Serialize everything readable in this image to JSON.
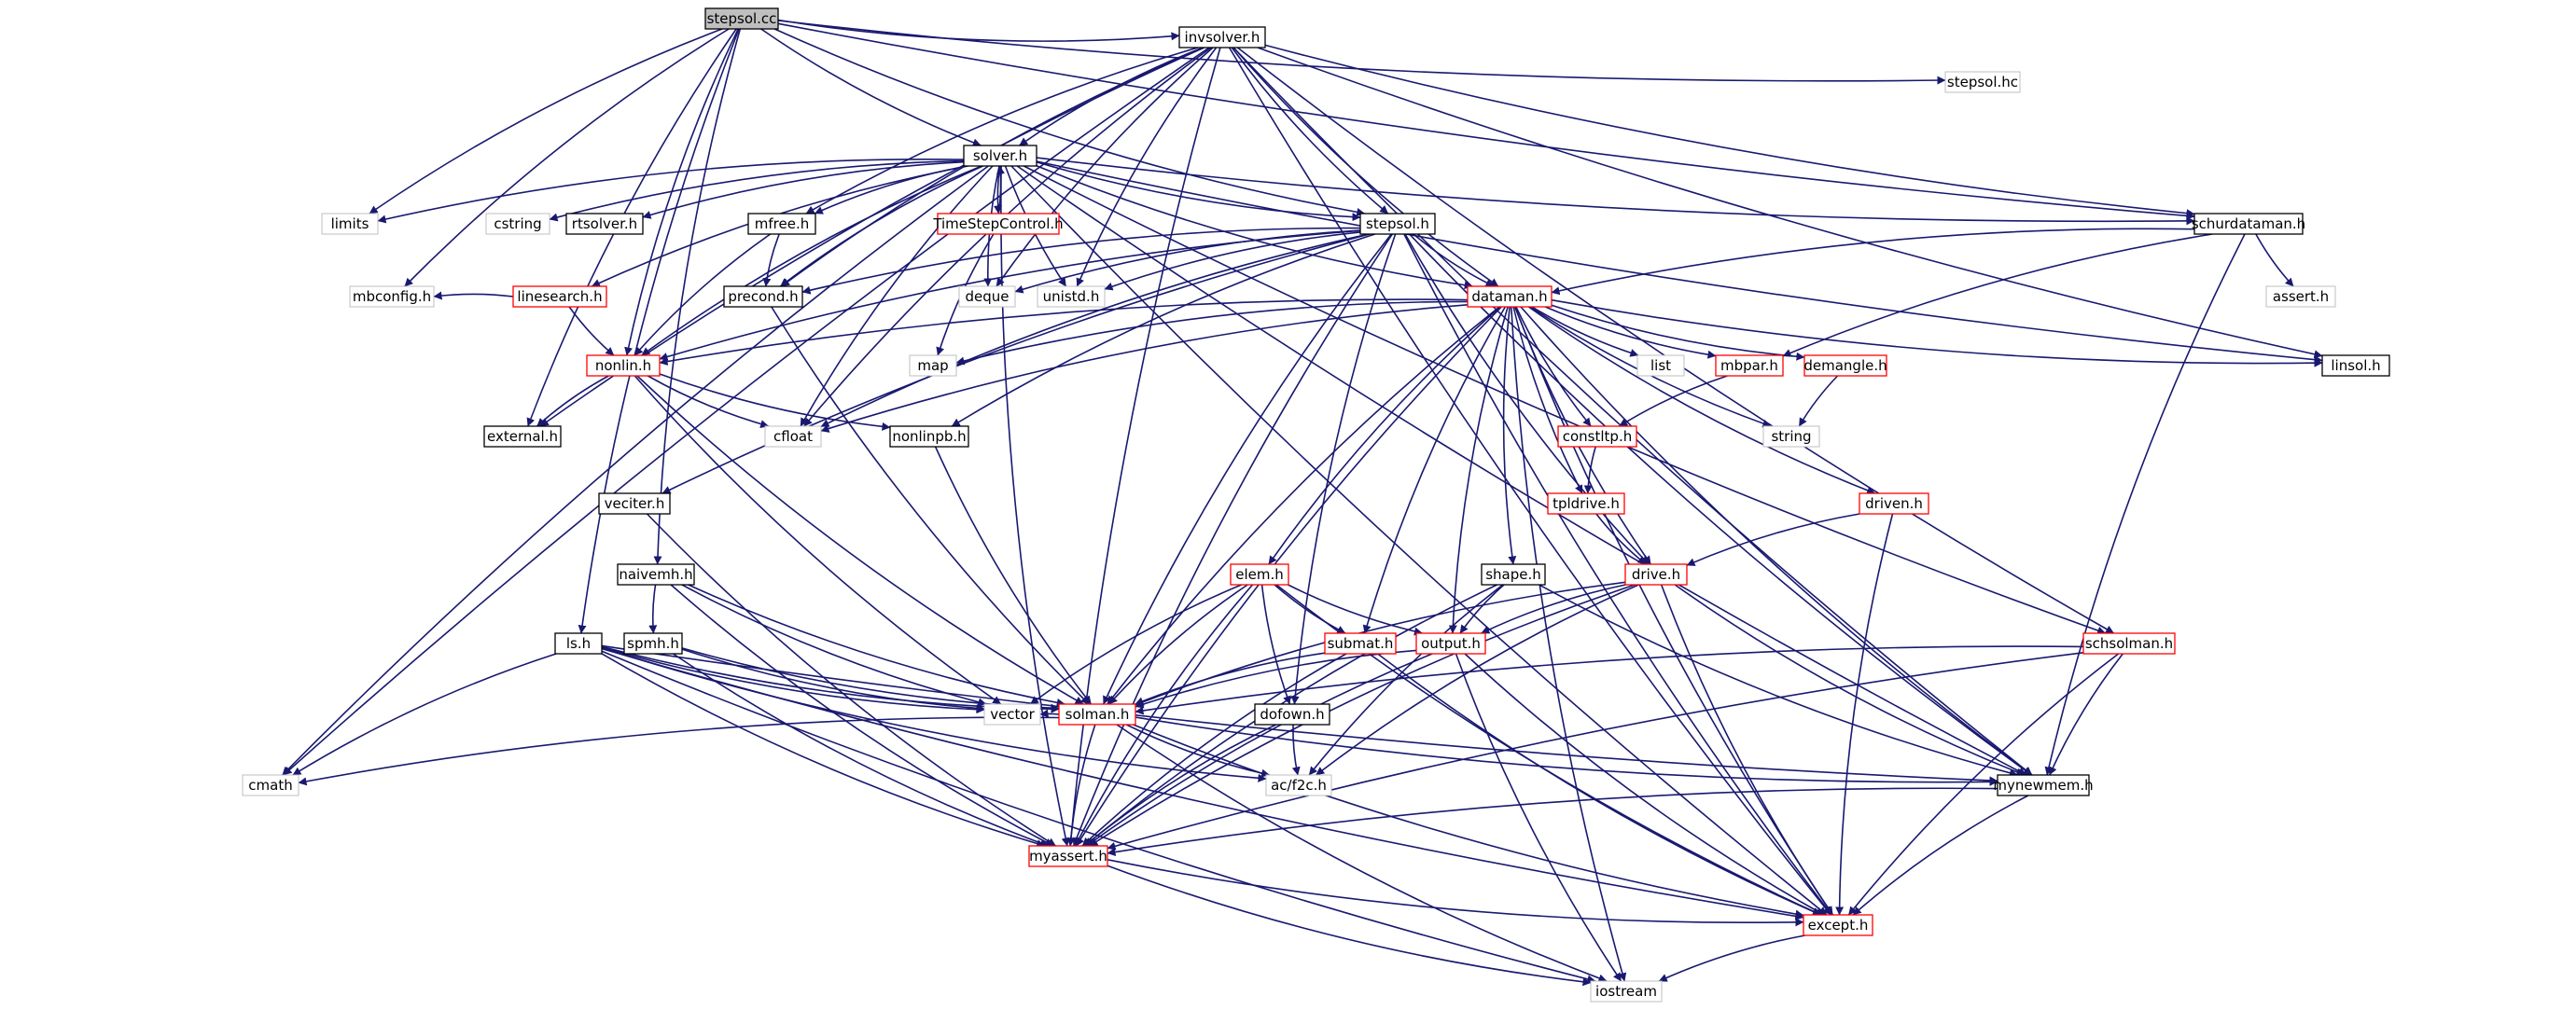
{
  "colors": {
    "edge": "#191970",
    "border_normal": "#000000",
    "border_truncated": "#ff0000",
    "border_system": "#bfbfbf",
    "fill_root": "#bfbfbf",
    "fill_node": "#ffffff",
    "text": "#000000"
  },
  "nodes": [
    {
      "id": "stepsol_cc",
      "label": "stepsol.cc",
      "style": "root"
    },
    {
      "id": "invsolver_h",
      "label": "invsolver.h",
      "style": "normal"
    },
    {
      "id": "stepsol_hc",
      "label": "stepsol.hc",
      "style": "system"
    },
    {
      "id": "solver_h",
      "label": "solver.h",
      "style": "normal"
    },
    {
      "id": "limits",
      "label": "limits",
      "style": "system"
    },
    {
      "id": "cstring",
      "label": "cstring",
      "style": "system"
    },
    {
      "id": "rtsolver_h",
      "label": "rtsolver.h",
      "style": "normal"
    },
    {
      "id": "mfree_h",
      "label": "mfree.h",
      "style": "normal"
    },
    {
      "id": "timestep_h",
      "label": "TimeStepControl.h",
      "style": "truncated"
    },
    {
      "id": "stepsol_h",
      "label": "stepsol.h",
      "style": "normal"
    },
    {
      "id": "schurdataman_h",
      "label": "schurdataman.h",
      "style": "normal"
    },
    {
      "id": "mbconfig_h",
      "label": "mbconfig.h",
      "style": "system"
    },
    {
      "id": "linesearch_h",
      "label": "linesearch.h",
      "style": "truncated"
    },
    {
      "id": "precond_h",
      "label": "precond.h",
      "style": "normal"
    },
    {
      "id": "deque",
      "label": "deque",
      "style": "system"
    },
    {
      "id": "unistd_h",
      "label": "unistd.h",
      "style": "system"
    },
    {
      "id": "dataman_h",
      "label": "dataman.h",
      "style": "truncated"
    },
    {
      "id": "assert_h",
      "label": "assert.h",
      "style": "system"
    },
    {
      "id": "linsol_h",
      "label": "linsol.h",
      "style": "normal"
    },
    {
      "id": "nonlin_h",
      "label": "nonlin.h",
      "style": "truncated"
    },
    {
      "id": "map",
      "label": "map",
      "style": "system"
    },
    {
      "id": "list",
      "label": "list",
      "style": "system"
    },
    {
      "id": "mbpar_h",
      "label": "mbpar.h",
      "style": "truncated"
    },
    {
      "id": "demangle_h",
      "label": "demangle.h",
      "style": "truncated"
    },
    {
      "id": "external_h",
      "label": "external.h",
      "style": "normal"
    },
    {
      "id": "cfloat",
      "label": "cfloat",
      "style": "system"
    },
    {
      "id": "nonlinpb_h",
      "label": "nonlinpb.h",
      "style": "normal"
    },
    {
      "id": "constltp_h",
      "label": "constltp.h",
      "style": "truncated"
    },
    {
      "id": "string",
      "label": "string",
      "style": "system"
    },
    {
      "id": "tpldrive_h",
      "label": "tpldrive.h",
      "style": "truncated"
    },
    {
      "id": "veciter_h",
      "label": "veciter.h",
      "style": "normal"
    },
    {
      "id": "driven_h",
      "label": "driven.h",
      "style": "truncated"
    },
    {
      "id": "elem_h",
      "label": "elem.h",
      "style": "truncated"
    },
    {
      "id": "naivemh_h",
      "label": "naivemh.h",
      "style": "normal"
    },
    {
      "id": "shape_h",
      "label": "shape.h",
      "style": "normal"
    },
    {
      "id": "drive_h",
      "label": "drive.h",
      "style": "truncated"
    },
    {
      "id": "spmh_h",
      "label": "spmh.h",
      "style": "normal"
    },
    {
      "id": "ls_h",
      "label": "ls.h",
      "style": "normal"
    },
    {
      "id": "submat_h",
      "label": "submat.h",
      "style": "truncated"
    },
    {
      "id": "output_h",
      "label": "output.h",
      "style": "truncated"
    },
    {
      "id": "schsolman_h",
      "label": "schsolman.h",
      "style": "truncated"
    },
    {
      "id": "vector",
      "label": "vector",
      "style": "system"
    },
    {
      "id": "solman_h",
      "label": "solman.h",
      "style": "truncated"
    },
    {
      "id": "dofown_h",
      "label": "dofown.h",
      "style": "normal"
    },
    {
      "id": "cmath",
      "label": "cmath",
      "style": "system"
    },
    {
      "id": "ac_f2c_h",
      "label": "ac/f2c.h",
      "style": "system"
    },
    {
      "id": "mynewmem_h",
      "label": "mynewmem.h",
      "style": "normal"
    },
    {
      "id": "myassert_h",
      "label": "myassert.h",
      "style": "truncated"
    },
    {
      "id": "except_h",
      "label": "except.h",
      "style": "truncated"
    },
    {
      "id": "iostream",
      "label": "iostream",
      "style": "system"
    }
  ],
  "edges": [
    [
      "stepsol_cc",
      "invsolver_h"
    ],
    [
      "stepsol_cc",
      "stepsol_hc"
    ],
    [
      "stepsol_cc",
      "solver_h"
    ],
    [
      "stepsol_cc",
      "stepsol_h"
    ],
    [
      "stepsol_cc",
      "schurdataman_h"
    ],
    [
      "stepsol_cc",
      "limits"
    ],
    [
      "stepsol_cc",
      "mbconfig_h"
    ],
    [
      "stepsol_cc",
      "nonlin_h"
    ],
    [
      "stepsol_cc",
      "external_h"
    ],
    [
      "stepsol_cc",
      "naivemh_h"
    ],
    [
      "stepsol_cc",
      "ls_h"
    ],
    [
      "invsolver_h",
      "solver_h"
    ],
    [
      "invsolver_h",
      "mfree_h"
    ],
    [
      "invsolver_h",
      "stepsol_h"
    ],
    [
      "invsolver_h",
      "schurdataman_h"
    ],
    [
      "invsolver_h",
      "dataman_h"
    ],
    [
      "invsolver_h",
      "linsol_h"
    ],
    [
      "invsolver_h",
      "precond_h"
    ],
    [
      "invsolver_h",
      "deque"
    ],
    [
      "invsolver_h",
      "unistd_h"
    ],
    [
      "invsolver_h",
      "cfloat"
    ],
    [
      "invsolver_h",
      "cmath"
    ],
    [
      "invsolver_h",
      "myassert_h"
    ],
    [
      "invsolver_h",
      "except_h"
    ],
    [
      "invsolver_h",
      "mynewmem_h"
    ],
    [
      "invsolver_h",
      "schsolman_h"
    ],
    [
      "invsolver_h",
      "external_h"
    ],
    [
      "solver_h",
      "limits"
    ],
    [
      "solver_h",
      "cstring"
    ],
    [
      "solver_h",
      "rtsolver_h"
    ],
    [
      "solver_h",
      "mfree_h"
    ],
    [
      "solver_h",
      "timestep_h"
    ],
    [
      "solver_h",
      "stepsol_h"
    ],
    [
      "solver_h",
      "schurdataman_h"
    ],
    [
      "solver_h",
      "linesearch_h"
    ],
    [
      "solver_h",
      "precond_h"
    ],
    [
      "solver_h",
      "deque"
    ],
    [
      "solver_h",
      "unistd_h"
    ],
    [
      "solver_h",
      "dataman_h"
    ],
    [
      "solver_h",
      "linsol_h"
    ],
    [
      "solver_h",
      "nonlin_h"
    ],
    [
      "solver_h",
      "cfloat"
    ],
    [
      "solver_h",
      "cmath"
    ],
    [
      "solver_h",
      "myassert_h"
    ],
    [
      "solver_h",
      "except_h"
    ],
    [
      "solver_h",
      "mynewmem_h"
    ],
    [
      "solver_h",
      "schsolman_h"
    ],
    [
      "timestep_h",
      "solver_h"
    ],
    [
      "timestep_h",
      "map"
    ],
    [
      "mfree_h",
      "precond_h"
    ],
    [
      "mfree_h",
      "nonlin_h"
    ],
    [
      "linesearch_h",
      "nonlin_h"
    ],
    [
      "linesearch_h",
      "mbconfig_h"
    ],
    [
      "precond_h",
      "solman_h"
    ],
    [
      "stepsol_h",
      "dataman_h"
    ],
    [
      "stepsol_h",
      "nonlin_h"
    ],
    [
      "stepsol_h",
      "deque"
    ],
    [
      "stepsol_h",
      "unistd_h"
    ],
    [
      "stepsol_h",
      "cfloat"
    ],
    [
      "stepsol_h",
      "nonlinpb_h"
    ],
    [
      "stepsol_h",
      "veciter_h"
    ],
    [
      "stepsol_h",
      "solman_h"
    ],
    [
      "stepsol_h",
      "drive_h"
    ],
    [
      "stepsol_h",
      "dofown_h"
    ],
    [
      "stepsol_h",
      "myassert_h"
    ],
    [
      "stepsol_h",
      "except_h"
    ],
    [
      "stepsol_h",
      "mynewmem_h"
    ],
    [
      "stepsol_h",
      "precond_h"
    ],
    [
      "schurdataman_h",
      "dataman_h"
    ],
    [
      "schurdataman_h",
      "assert_h"
    ],
    [
      "schurdataman_h",
      "mbpar_h"
    ],
    [
      "schurdataman_h",
      "mynewmem_h"
    ],
    [
      "dataman_h",
      "list"
    ],
    [
      "dataman_h",
      "map"
    ],
    [
      "dataman_h",
      "mbpar_h"
    ],
    [
      "dataman_h",
      "demangle_h"
    ],
    [
      "dataman_h",
      "string"
    ],
    [
      "dataman_h",
      "constltp_h"
    ],
    [
      "dataman_h",
      "tpldrive_h"
    ],
    [
      "dataman_h",
      "driven_h"
    ],
    [
      "dataman_h",
      "elem_h"
    ],
    [
      "dataman_h",
      "shape_h"
    ],
    [
      "dataman_h",
      "drive_h"
    ],
    [
      "dataman_h",
      "submat_h"
    ],
    [
      "dataman_h",
      "output_h"
    ],
    [
      "dataman_h",
      "solman_h"
    ],
    [
      "dataman_h",
      "mynewmem_h"
    ],
    [
      "dataman_h",
      "myassert_h"
    ],
    [
      "dataman_h",
      "except_h"
    ],
    [
      "dataman_h",
      "iostream"
    ],
    [
      "dataman_h",
      "linsol_h"
    ],
    [
      "dataman_h",
      "nonlin_h"
    ],
    [
      "dataman_h",
      "cfloat"
    ],
    [
      "nonlin_h",
      "external_h"
    ],
    [
      "nonlin_h",
      "cfloat"
    ],
    [
      "nonlin_h",
      "nonlinpb_h"
    ],
    [
      "nonlin_h",
      "vector"
    ],
    [
      "nonlin_h",
      "solman_h"
    ],
    [
      "demangle_h",
      "string"
    ],
    [
      "nonlinpb_h",
      "solman_h"
    ],
    [
      "constltp_h",
      "tpldrive_h"
    ],
    [
      "tpldrive_h",
      "drive_h"
    ],
    [
      "mbpar_h",
      "constltp_h"
    ],
    [
      "veciter_h",
      "myassert_h"
    ],
    [
      "driven_h",
      "drive_h"
    ],
    [
      "driven_h",
      "except_h"
    ],
    [
      "elem_h",
      "vector"
    ],
    [
      "elem_h",
      "solman_h"
    ],
    [
      "elem_h",
      "submat_h"
    ],
    [
      "elem_h",
      "output_h"
    ],
    [
      "elem_h",
      "dofown_h"
    ],
    [
      "elem_h",
      "except_h"
    ],
    [
      "elem_h",
      "myassert_h"
    ],
    [
      "naivemh_h",
      "spmh_h"
    ],
    [
      "naivemh_h",
      "solman_h"
    ],
    [
      "naivemh_h",
      "vector"
    ],
    [
      "naivemh_h",
      "myassert_h"
    ],
    [
      "shape_h",
      "output_h"
    ],
    [
      "shape_h",
      "mynewmem_h"
    ],
    [
      "shape_h",
      "myassert_h"
    ],
    [
      "shape_h",
      "ac_f2c_h"
    ],
    [
      "drive_h",
      "output_h"
    ],
    [
      "drive_h",
      "solman_h"
    ],
    [
      "drive_h",
      "mynewmem_h"
    ],
    [
      "drive_h",
      "myassert_h"
    ],
    [
      "drive_h",
      "ac_f2c_h"
    ],
    [
      "drive_h",
      "except_h"
    ],
    [
      "spmh_h",
      "solman_h"
    ],
    [
      "spmh_h",
      "vector"
    ],
    [
      "spmh_h",
      "myassert_h"
    ],
    [
      "ls_h",
      "solman_h"
    ],
    [
      "ls_h",
      "cmath"
    ],
    [
      "ls_h",
      "ac_f2c_h"
    ],
    [
      "ls_h",
      "mynewmem_h"
    ],
    [
      "ls_h",
      "myassert_h"
    ],
    [
      "ls_h",
      "except_h"
    ],
    [
      "ls_h",
      "iostream"
    ],
    [
      "ls_h",
      "vector"
    ],
    [
      "submat_h",
      "solman_h"
    ],
    [
      "submat_h",
      "myassert_h"
    ],
    [
      "submat_h",
      "except_h"
    ],
    [
      "output_h",
      "solman_h"
    ],
    [
      "output_h",
      "myassert_h"
    ],
    [
      "output_h",
      "except_h"
    ],
    [
      "output_h",
      "iostream"
    ],
    [
      "schsolman_h",
      "solman_h"
    ],
    [
      "schsolman_h",
      "mynewmem_h"
    ],
    [
      "schsolman_h",
      "myassert_h"
    ],
    [
      "schsolman_h",
      "except_h"
    ],
    [
      "solman_h",
      "vector"
    ],
    [
      "solman_h",
      "cmath"
    ],
    [
      "solman_h",
      "ac_f2c_h"
    ],
    [
      "solman_h",
      "mynewmem_h"
    ],
    [
      "solman_h",
      "myassert_h"
    ],
    [
      "solman_h",
      "except_h"
    ],
    [
      "solman_h",
      "iostream"
    ],
    [
      "dofown_h",
      "ac_f2c_h"
    ],
    [
      "dofown_h",
      "myassert_h"
    ],
    [
      "mynewmem_h",
      "myassert_h"
    ],
    [
      "mynewmem_h",
      "except_h"
    ],
    [
      "myassert_h",
      "except_h"
    ],
    [
      "myassert_h",
      "iostream"
    ],
    [
      "except_h",
      "iostream"
    ]
  ]
}
